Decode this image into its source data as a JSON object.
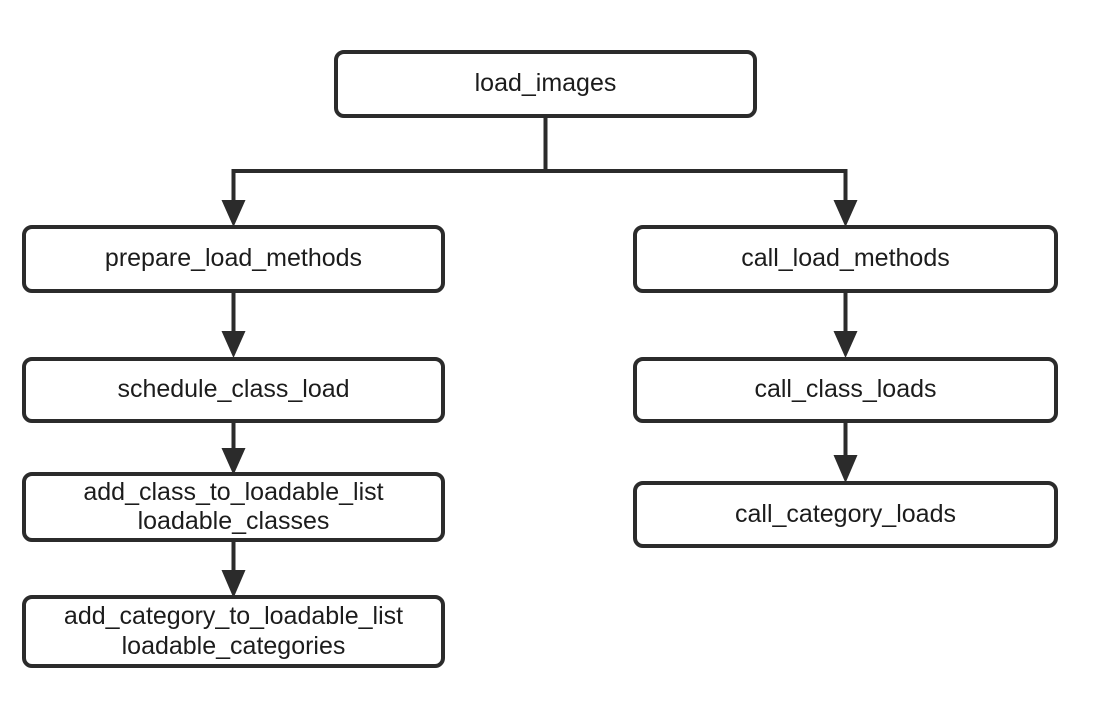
{
  "diagram": {
    "background_color": "#ffffff",
    "stroke_color": "#2b2b2b",
    "text_color": "#1c1c1c",
    "nodes": {
      "load_images": {
        "label": "load_images"
      },
      "prepare_load_methods": {
        "label": "prepare_load_methods"
      },
      "schedule_class_load": {
        "label": "schedule_class_load"
      },
      "add_class_to_loadable_list": {
        "label": "add_class_to_loadable_list\nloadable_classes"
      },
      "add_category_to_loadable_list": {
        "label": "add_category_to_loadable_list\nloadable_categories"
      },
      "call_load_methods": {
        "label": "call_load_methods"
      },
      "call_class_loads": {
        "label": "call_class_loads"
      },
      "call_category_loads": {
        "label": "call_category_loads"
      }
    },
    "edges": [
      {
        "from": "load_images",
        "to": "prepare_load_methods"
      },
      {
        "from": "load_images",
        "to": "call_load_methods"
      },
      {
        "from": "prepare_load_methods",
        "to": "schedule_class_load"
      },
      {
        "from": "schedule_class_load",
        "to": "add_class_to_loadable_list"
      },
      {
        "from": "add_class_to_loadable_list",
        "to": "add_category_to_loadable_list"
      },
      {
        "from": "call_load_methods",
        "to": "call_class_loads"
      },
      {
        "from": "call_class_loads",
        "to": "call_category_loads"
      }
    ]
  }
}
